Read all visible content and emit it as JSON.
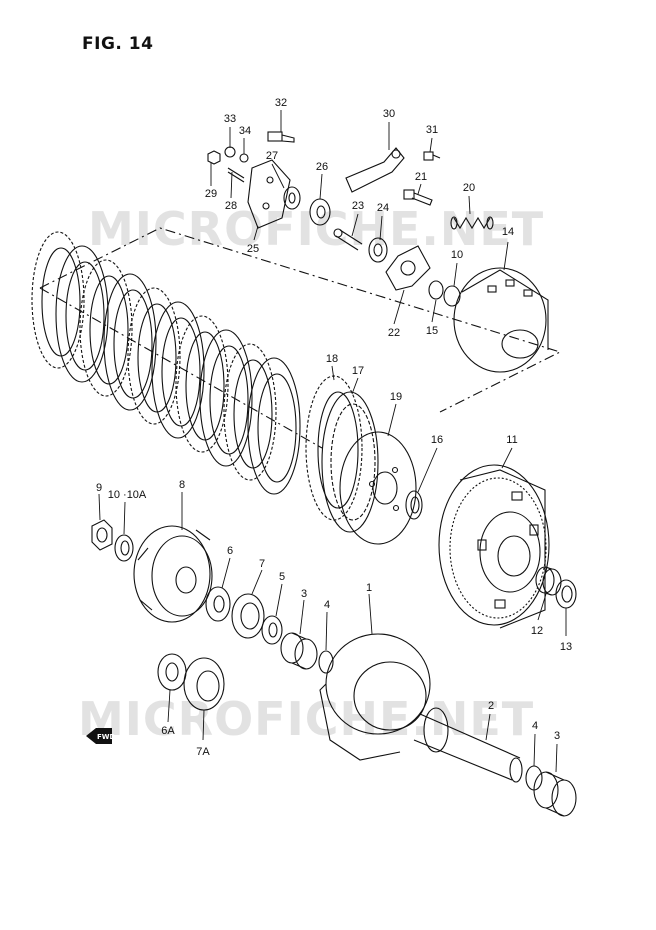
{
  "figure": {
    "title": "FIG. 14"
  },
  "watermark": {
    "text": "MICROFICHE.NET"
  },
  "direction_tag": {
    "text": "FWD"
  },
  "part_callouts": [
    {
      "id": "c32",
      "label": "32",
      "part": "bolt"
    },
    {
      "id": "c33",
      "label": "33",
      "part": "nut"
    },
    {
      "id": "c34",
      "label": "34",
      "part": "washer"
    },
    {
      "id": "c29",
      "label": "29",
      "part": "nut"
    },
    {
      "id": "c28",
      "label": "28",
      "part": "adjusting-screw"
    },
    {
      "id": "c27",
      "label": "27",
      "part": "seal"
    },
    {
      "id": "c26",
      "label": "26",
      "part": "release-cam"
    },
    {
      "id": "c25",
      "label": "25",
      "part": "release-plate"
    },
    {
      "id": "c30",
      "label": "30",
      "part": "release-lever"
    },
    {
      "id": "c31",
      "label": "31",
      "part": "bolt"
    },
    {
      "id": "c21",
      "label": "21",
      "part": "bolt"
    },
    {
      "id": "c20",
      "label": "20",
      "part": "spring"
    },
    {
      "id": "c23",
      "label": "23",
      "part": "push-rod"
    },
    {
      "id": "c24",
      "label": "24",
      "part": "bearing"
    },
    {
      "id": "c14",
      "label": "14",
      "part": "pressure-plate"
    },
    {
      "id": "c10t",
      "label": "10",
      "part": "washer"
    },
    {
      "id": "c22",
      "label": "22",
      "part": "lifter-plate"
    },
    {
      "id": "c15",
      "label": "15",
      "part": "washer"
    },
    {
      "id": "c18",
      "label": "18",
      "part": "drive-plate"
    },
    {
      "id": "c17",
      "label": "17",
      "part": "driven-plate"
    },
    {
      "id": "c19",
      "label": "19",
      "part": "clutch-sleeve-hub"
    },
    {
      "id": "c16",
      "label": "16",
      "part": "washer"
    },
    {
      "id": "c11",
      "label": "11",
      "part": "primary-driven-gear"
    },
    {
      "id": "c9",
      "label": "9",
      "part": "nut"
    },
    {
      "id": "c10a",
      "label": "10 ·10A",
      "part": "washer"
    },
    {
      "id": "c8",
      "label": "8",
      "part": "one-way-clutch"
    },
    {
      "id": "c6",
      "label": "6",
      "part": "bearing"
    },
    {
      "id": "c7",
      "label": "7",
      "part": "bearing"
    },
    {
      "id": "c5",
      "label": "5",
      "part": "washer"
    },
    {
      "id": "c3",
      "label": "3",
      "part": "needle-bearing"
    },
    {
      "id": "c4",
      "label": "4",
      "part": "circlip"
    },
    {
      "id": "c1",
      "label": "1",
      "part": "clutch-housing"
    },
    {
      "id": "c12",
      "label": "12",
      "part": "spacer"
    },
    {
      "id": "c13",
      "label": "13",
      "part": "washer"
    },
    {
      "id": "c6a",
      "label": "6A",
      "part": "bearing"
    },
    {
      "id": "c7a",
      "label": "7A",
      "part": "bearing"
    },
    {
      "id": "c2",
      "label": "2",
      "part": "shaft"
    },
    {
      "id": "c4b",
      "label": "4",
      "part": "circlip"
    },
    {
      "id": "c3b",
      "label": "3",
      "part": "needle-bearing"
    }
  ],
  "colors": {
    "ink": "#111111",
    "watermark": "#e2e2e2",
    "paper": "#ffffff"
  }
}
